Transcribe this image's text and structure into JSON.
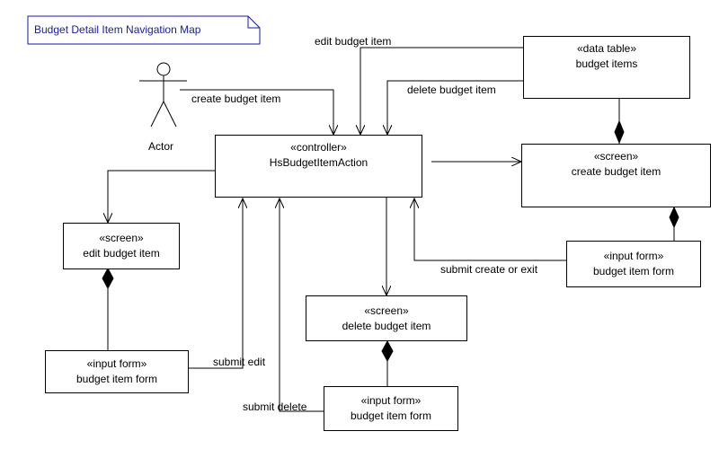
{
  "diagram": {
    "note": "Budget Detail Item Navigation Map",
    "actor": {
      "name": "Actor"
    },
    "nodes": {
      "controller": {
        "stereotype": "«controller»",
        "name": "HsBudgetItemAction"
      },
      "data_table": {
        "stereotype": "«data table»",
        "name": "budget items"
      },
      "create_screen": {
        "stereotype": "«screen»",
        "name": "create budget item"
      },
      "edit_screen": {
        "stereotype": "«screen»",
        "name": "edit budget item"
      },
      "delete_screen": {
        "stereotype": "«screen»",
        "name": "delete budget item"
      },
      "create_form": {
        "stereotype": "«input form»",
        "name": "budget item form"
      },
      "edit_form": {
        "stereotype": "«input form»",
        "name": "budget item form"
      },
      "delete_form": {
        "stereotype": "«input form»",
        "name": "budget item form"
      }
    },
    "edge_labels": {
      "create": "create budget item",
      "edit": "edit budget item",
      "delete": "delete budget item",
      "submit_create": "submit create or exit",
      "submit_edit": "submit edit",
      "submit_delete": "submit delete"
    }
  }
}
